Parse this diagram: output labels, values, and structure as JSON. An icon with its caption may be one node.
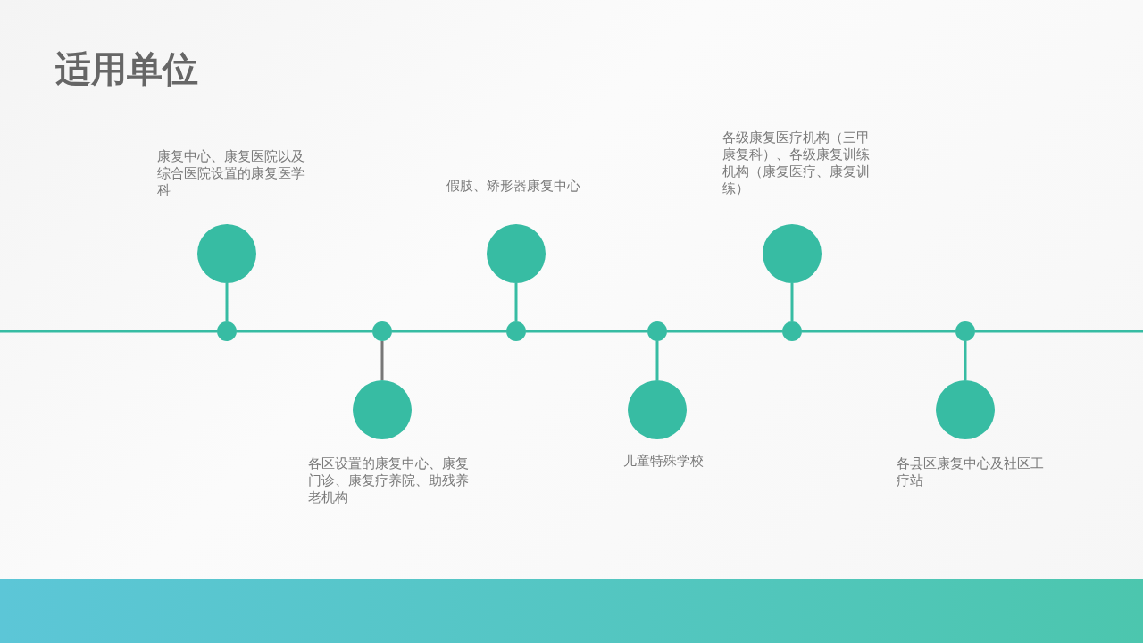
{
  "diagram": {
    "title": "适用单位",
    "nodes": [
      {
        "text": [],
        "shape": "circle",
        "beside": [
          "康复中心、康复医院以及综合医院设置的康复医学科"
        ]
      },
      {
        "text": [],
        "shape": "circle"
      },
      {
        "text": [],
        "shape": "circle",
        "beside": [
          "各区设置的康复中心、康复门诊、康复疗养院、助残养老机构"
        ]
      },
      {
        "text": [],
        "shape": "circle"
      },
      {
        "text": [],
        "shape": "circle",
        "beside": [
          "假肢、矫形器康复中心"
        ]
      },
      {
        "text": [],
        "shape": "circle"
      },
      {
        "text": [],
        "shape": "circle",
        "beside": [
          "儿童特殊学校"
        ]
      },
      {
        "text": [],
        "shape": "circle"
      },
      {
        "text": [],
        "shape": "circle",
        "beside": [
          "各级康复医疗机构（三甲康复科）、各级康复训练机构（康复医疗、康复训练）"
        ]
      },
      {
        "text": [],
        "shape": "circle"
      },
      {
        "text": [],
        "shape": "circle",
        "beside": [
          "各县区康复中心及社区工疗站"
        ]
      },
      {
        "text": [],
        "shape": "circle"
      }
    ],
    "edges": [
      {
        "from": 1,
        "to": 0,
        "arrow": "none"
      },
      {
        "from": 3,
        "to": 2,
        "arrow": "none",
        "color": "#777777"
      },
      {
        "from": 5,
        "to": 4,
        "arrow": "none"
      },
      {
        "from": 7,
        "to": 6,
        "arrow": "none"
      },
      {
        "from": 9,
        "to": 8,
        "arrow": "none"
      },
      {
        "from": 11,
        "to": 10,
        "arrow": "none"
      },
      {
        "from": null,
        "to": 1,
        "arrow": "none"
      },
      {
        "from": 1,
        "to": 3,
        "arrow": "none"
      },
      {
        "from": 3,
        "to": 5,
        "arrow": "none"
      },
      {
        "from": 5,
        "to": 7,
        "arrow": "none"
      },
      {
        "from": 7,
        "to": 9,
        "arrow": "none"
      },
      {
        "from": 9,
        "to": 11,
        "arrow": "none"
      },
      {
        "from": 11,
        "to": null,
        "arrow": "none"
      }
    ]
  }
}
